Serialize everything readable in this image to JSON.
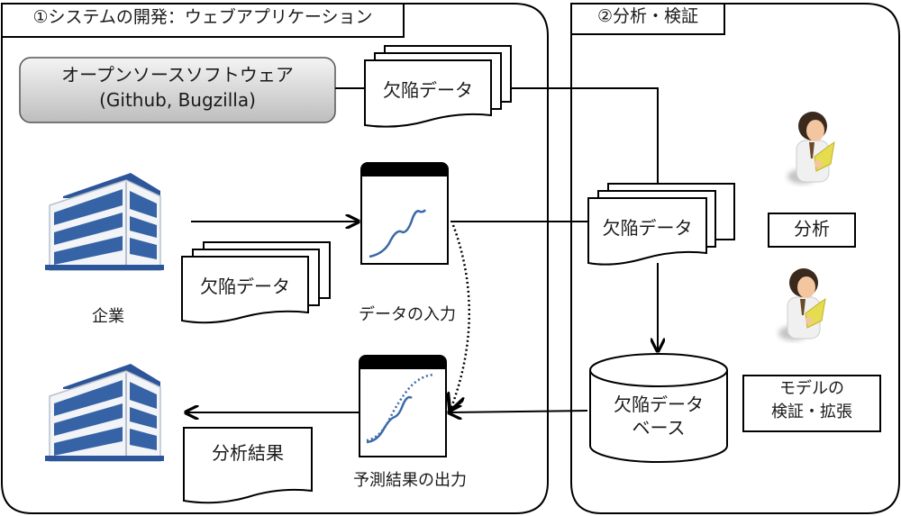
{
  "sections": {
    "development": {
      "title": "①システムの開発：ウェブアプリケーション"
    },
    "analysis": {
      "title": "②分析・検証"
    }
  },
  "nodes": {
    "oss": {
      "line1": "オープンソースソフトウェア",
      "line2": "(Github, Bugzilla)"
    },
    "defect_data_oss": {
      "label": "欠陥データ"
    },
    "defect_data_company": {
      "label": "欠陥データ"
    },
    "defect_data_analysis": {
      "label": "欠陥データ"
    },
    "company": {
      "label": "企業"
    },
    "data_input": {
      "label": "データの入力"
    },
    "prediction_output": {
      "label": "予測結果の出力"
    },
    "analysis_result": {
      "label": "分析結果"
    },
    "defect_db": {
      "line1": "欠陥データ",
      "line2": "ベース"
    },
    "analyze": {
      "label": "分析"
    },
    "model_verify": {
      "line1": "モデルの",
      "line2": "検証・拡張"
    }
  },
  "icons": {
    "building": "office-building-icon",
    "analyst": "analyst-person-icon",
    "chart_window": "chart-window-icon"
  },
  "colors": {
    "building_blue": "#3060a0",
    "chart_line": "#3a6aa8",
    "oss_box_fill": "#d9d9d9",
    "stroke": "#000000",
    "paper_yellow": "#e6dc50"
  }
}
